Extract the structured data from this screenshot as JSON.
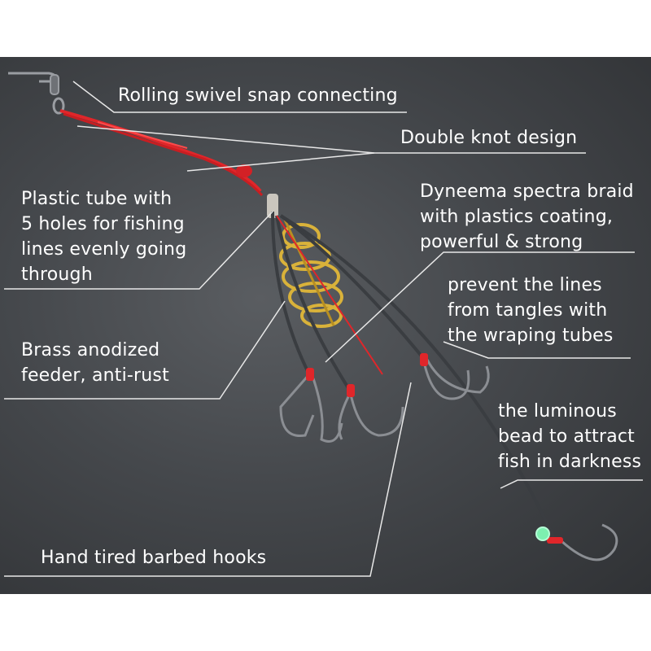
{
  "colors": {
    "background": "#4a4d51",
    "label_text": "#ffffff",
    "leader_line": "#e8e8e8",
    "braid": "#e0262a",
    "feeder": "#d9b23a",
    "hook": "#8b8e93",
    "bead": "#7df0b0"
  },
  "labels": {
    "swivel": "Rolling swivel snap connecting",
    "knot": "Double knot design",
    "tube": "Plastic tube with\n5 holes for fishing\nlines evenly going\nthrough",
    "braid": "Dyneema spectra braid\nwith plastics coating,\n powerful & strong",
    "tangle": "prevent the lines\nfrom tangles with\nthe wraping tubes",
    "feeder": "Brass anodized\nfeeder, anti-rust",
    "bead": "the luminous\nbead to attract\nfish in darkness",
    "hooks": "Hand tired barbed hooks"
  }
}
